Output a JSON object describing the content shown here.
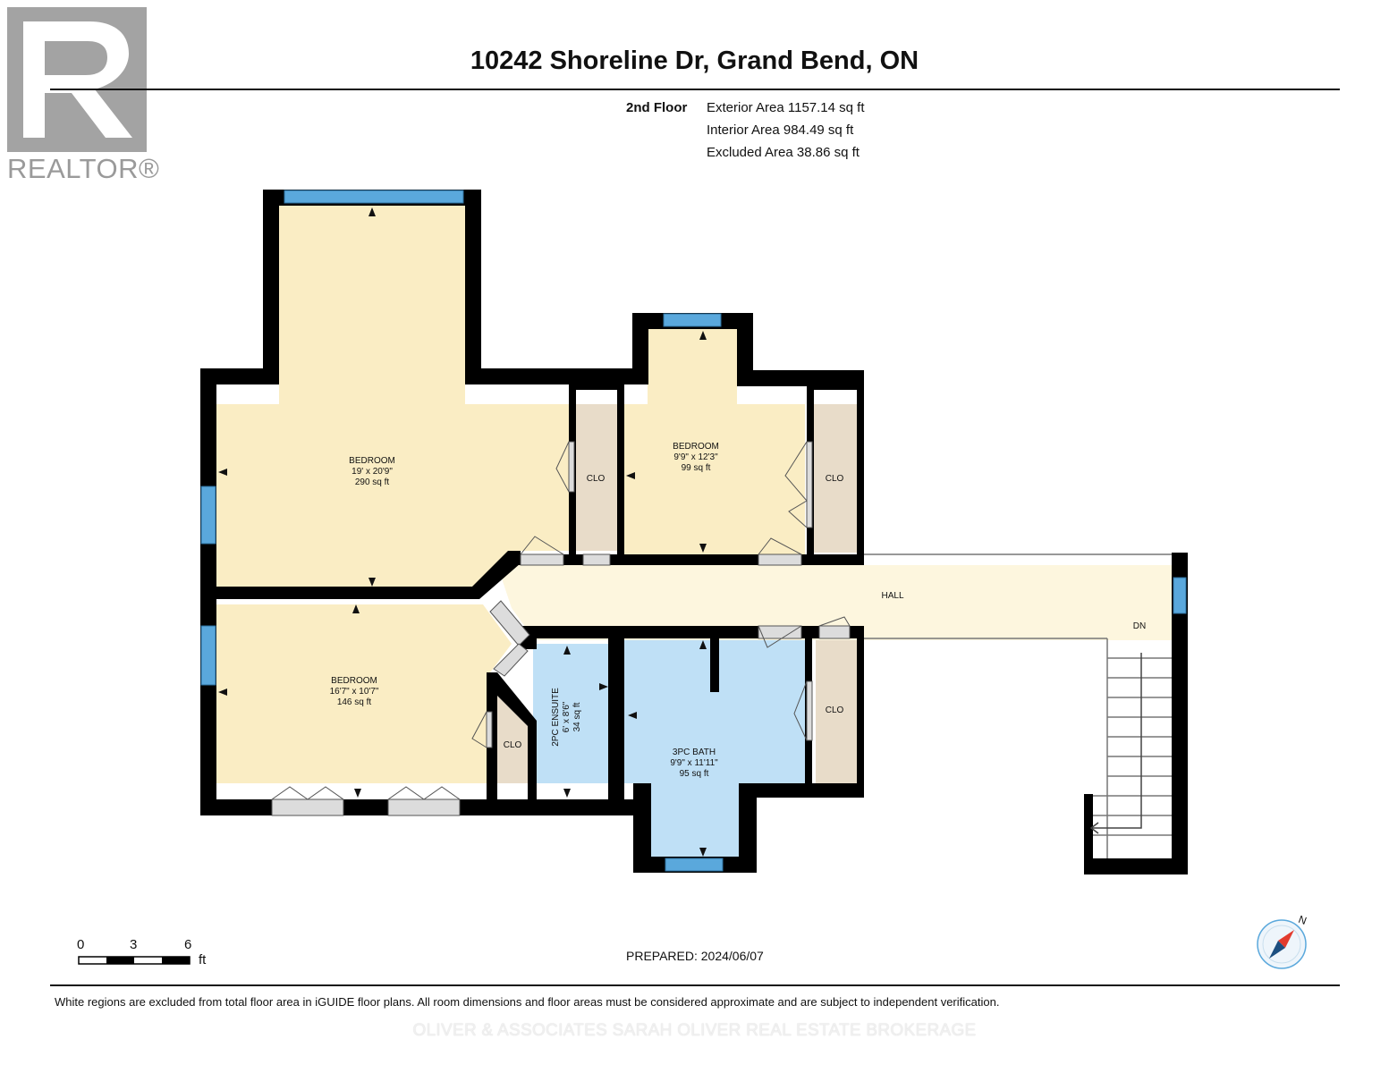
{
  "logo": {
    "text": "REALTOR®",
    "icon": "realtor-r-logo"
  },
  "title": "10242 Shoreline Dr, Grand Bend, ON",
  "floor": {
    "label": "2nd Floor",
    "exterior_area": "Exterior Area 1157.14 sq ft",
    "interior_area": "Interior Area 984.49 sq ft",
    "excluded_area": "Excluded Area 38.86 sq ft"
  },
  "rooms": {
    "bedroom_main": {
      "name": "BEDROOM",
      "dims": "19' x 20'9\"",
      "area": "290 sq ft"
    },
    "bedroom_small": {
      "name": "BEDROOM",
      "dims": "9'9\" x 12'3\"",
      "area": "99 sq ft"
    },
    "bedroom_lower": {
      "name": "BEDROOM",
      "dims": "16'7\" x 10'7\"",
      "area": "146 sq ft"
    },
    "ensuite": {
      "name": "2PC ENSUITE",
      "dims": "6' x 8'6\"",
      "area": "34 sq ft"
    },
    "bath": {
      "name": "3PC BATH",
      "dims": "9'9\" x 11'11\"",
      "area": "95 sq ft"
    },
    "hall": {
      "name": "HALL"
    },
    "stairs": {
      "name": "DN"
    },
    "closet_1": {
      "name": "CLO"
    },
    "closet_2": {
      "name": "CLO"
    },
    "closet_3": {
      "name": "CLO"
    },
    "closet_4": {
      "name": "CLO"
    }
  },
  "scale": {
    "ticks": [
      "0",
      "3",
      "6"
    ],
    "unit": "ft"
  },
  "compass": {
    "label": "N",
    "icon": "compass-icon"
  },
  "prepared": "PREPARED: 2024/06/07",
  "disclaimer": "White regions are excluded from total floor area in iGUIDE floor plans. All room dimensions and floor areas must be considered approximate and are subject to independent verification.",
  "watermark": "OLIVER & ASSOCIATES SARAH OLIVER REAL ESTATE BROKERAGE",
  "colors": {
    "bedroom": "#faedc4",
    "bath": "#bfe0f6",
    "closet": "#e8dcc9",
    "hall": "#fdf6de",
    "window": "#5aa8dc",
    "wall": "#000000"
  }
}
